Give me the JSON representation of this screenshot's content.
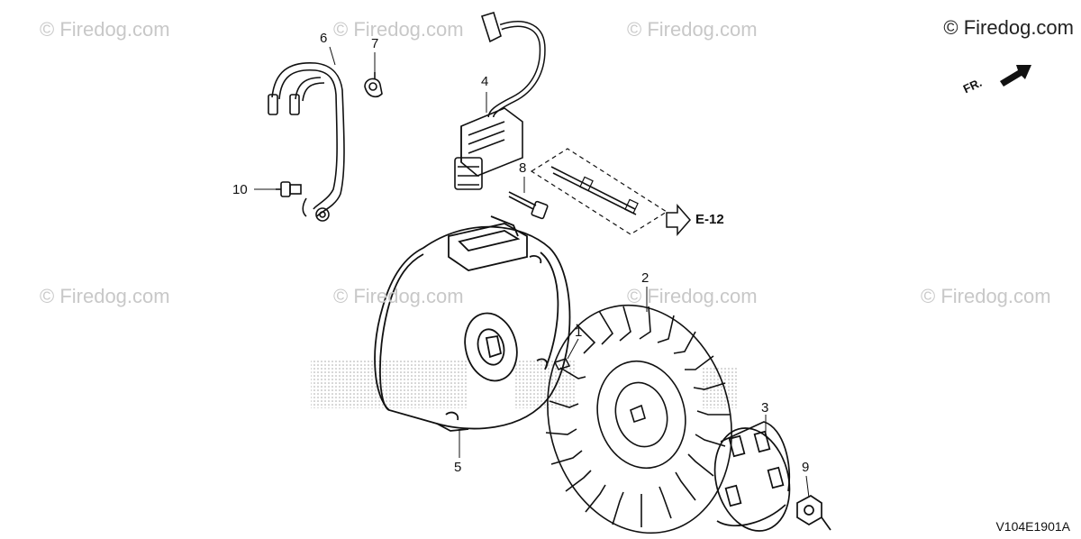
{
  "watermark": {
    "text": "© Firedog.com"
  },
  "brand": {
    "text": "© Firedog.com",
    "direction_label": "FR."
  },
  "callouts": {
    "p1": "1",
    "p2": "2",
    "p3": "3",
    "p4": "4",
    "p5": "5",
    "p6": "6",
    "p7": "7",
    "p8": "8",
    "p9": "9",
    "p10": "10"
  },
  "reference": {
    "label": "E-12"
  },
  "diagram_code": "V104E1901A",
  "colors": {
    "line": "#111111",
    "watermark": "#c8c8c8",
    "dot_pattern": "#9a9a9a"
  }
}
